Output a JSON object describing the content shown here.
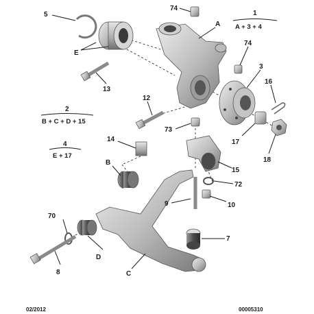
{
  "callouts": {
    "c1": "1",
    "c2": "2",
    "c3": "3",
    "c4": "4",
    "c5": "5",
    "c7": "7",
    "c8": "8",
    "c9": "9",
    "c10": "10",
    "c12": "12",
    "c13": "13",
    "c14": "14",
    "c15": "15",
    "c16": "16",
    "c17": "17",
    "c18": "18",
    "c70": "70",
    "c72": "72",
    "c73": "73",
    "c74a": "74",
    "c74b": "74",
    "cA": "A",
    "cB": "B",
    "cC": "C",
    "cD": "D",
    "cE": "E"
  },
  "groups": {
    "g1": "A + 3 + 4",
    "g2": "B + C + D + 15",
    "g4": "E + 17"
  },
  "footer": {
    "date": "02/2012",
    "ref": "00005310"
  }
}
